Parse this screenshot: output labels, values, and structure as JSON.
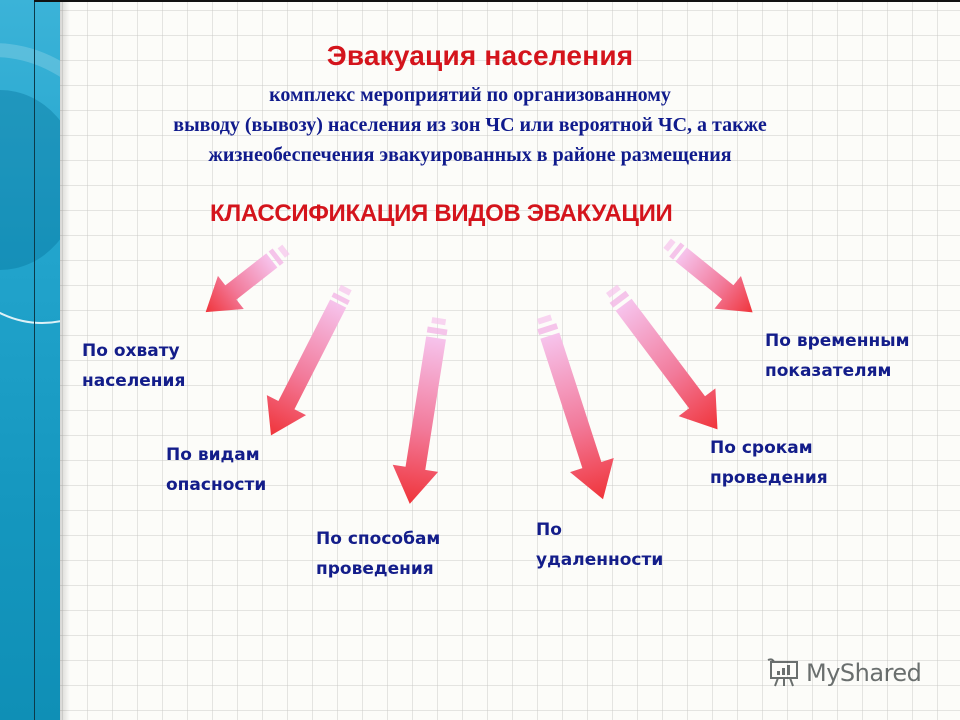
{
  "slide": {
    "title": "Эвакуация населения",
    "definition_lines": [
      "комплекс мероприятий по организованному",
      "выводу (вывозу) населения из зон ЧС или вероятной ЧС, а также",
      "жизнеобеспечения эвакуированных в районе размещения"
    ],
    "subtitle": "КЛАССИФИКАЦИЯ ВИДОВ ЭВАКУАЦИИ",
    "categories": [
      {
        "lines": [
          "По охвату",
          "населения"
        ],
        "icon": "arrow-down-left"
      },
      {
        "lines": [
          "По видам",
          "опасности"
        ],
        "icon": "arrow-down-left"
      },
      {
        "lines": [
          "По способам",
          "проведения"
        ],
        "icon": "arrow-down"
      },
      {
        "lines": [
          "По",
          "удаленности"
        ],
        "icon": "arrow-down"
      },
      {
        "lines": [
          "По срокам",
          "проведения"
        ],
        "icon": "arrow-down-right"
      },
      {
        "lines": [
          "По временным",
          "показателям"
        ],
        "icon": "arrow-down-right"
      }
    ]
  },
  "colors": {
    "title_red": "#d4141c",
    "text_blue": "#131d8a",
    "definition_blue": "#0f1a8c",
    "arrow_start": "#f6c3ec",
    "arrow_end": "#f0343a",
    "sidebar_teal": "#1597bf"
  },
  "watermark": {
    "text": "MyShared",
    "icon": "presentation-board-icon"
  }
}
